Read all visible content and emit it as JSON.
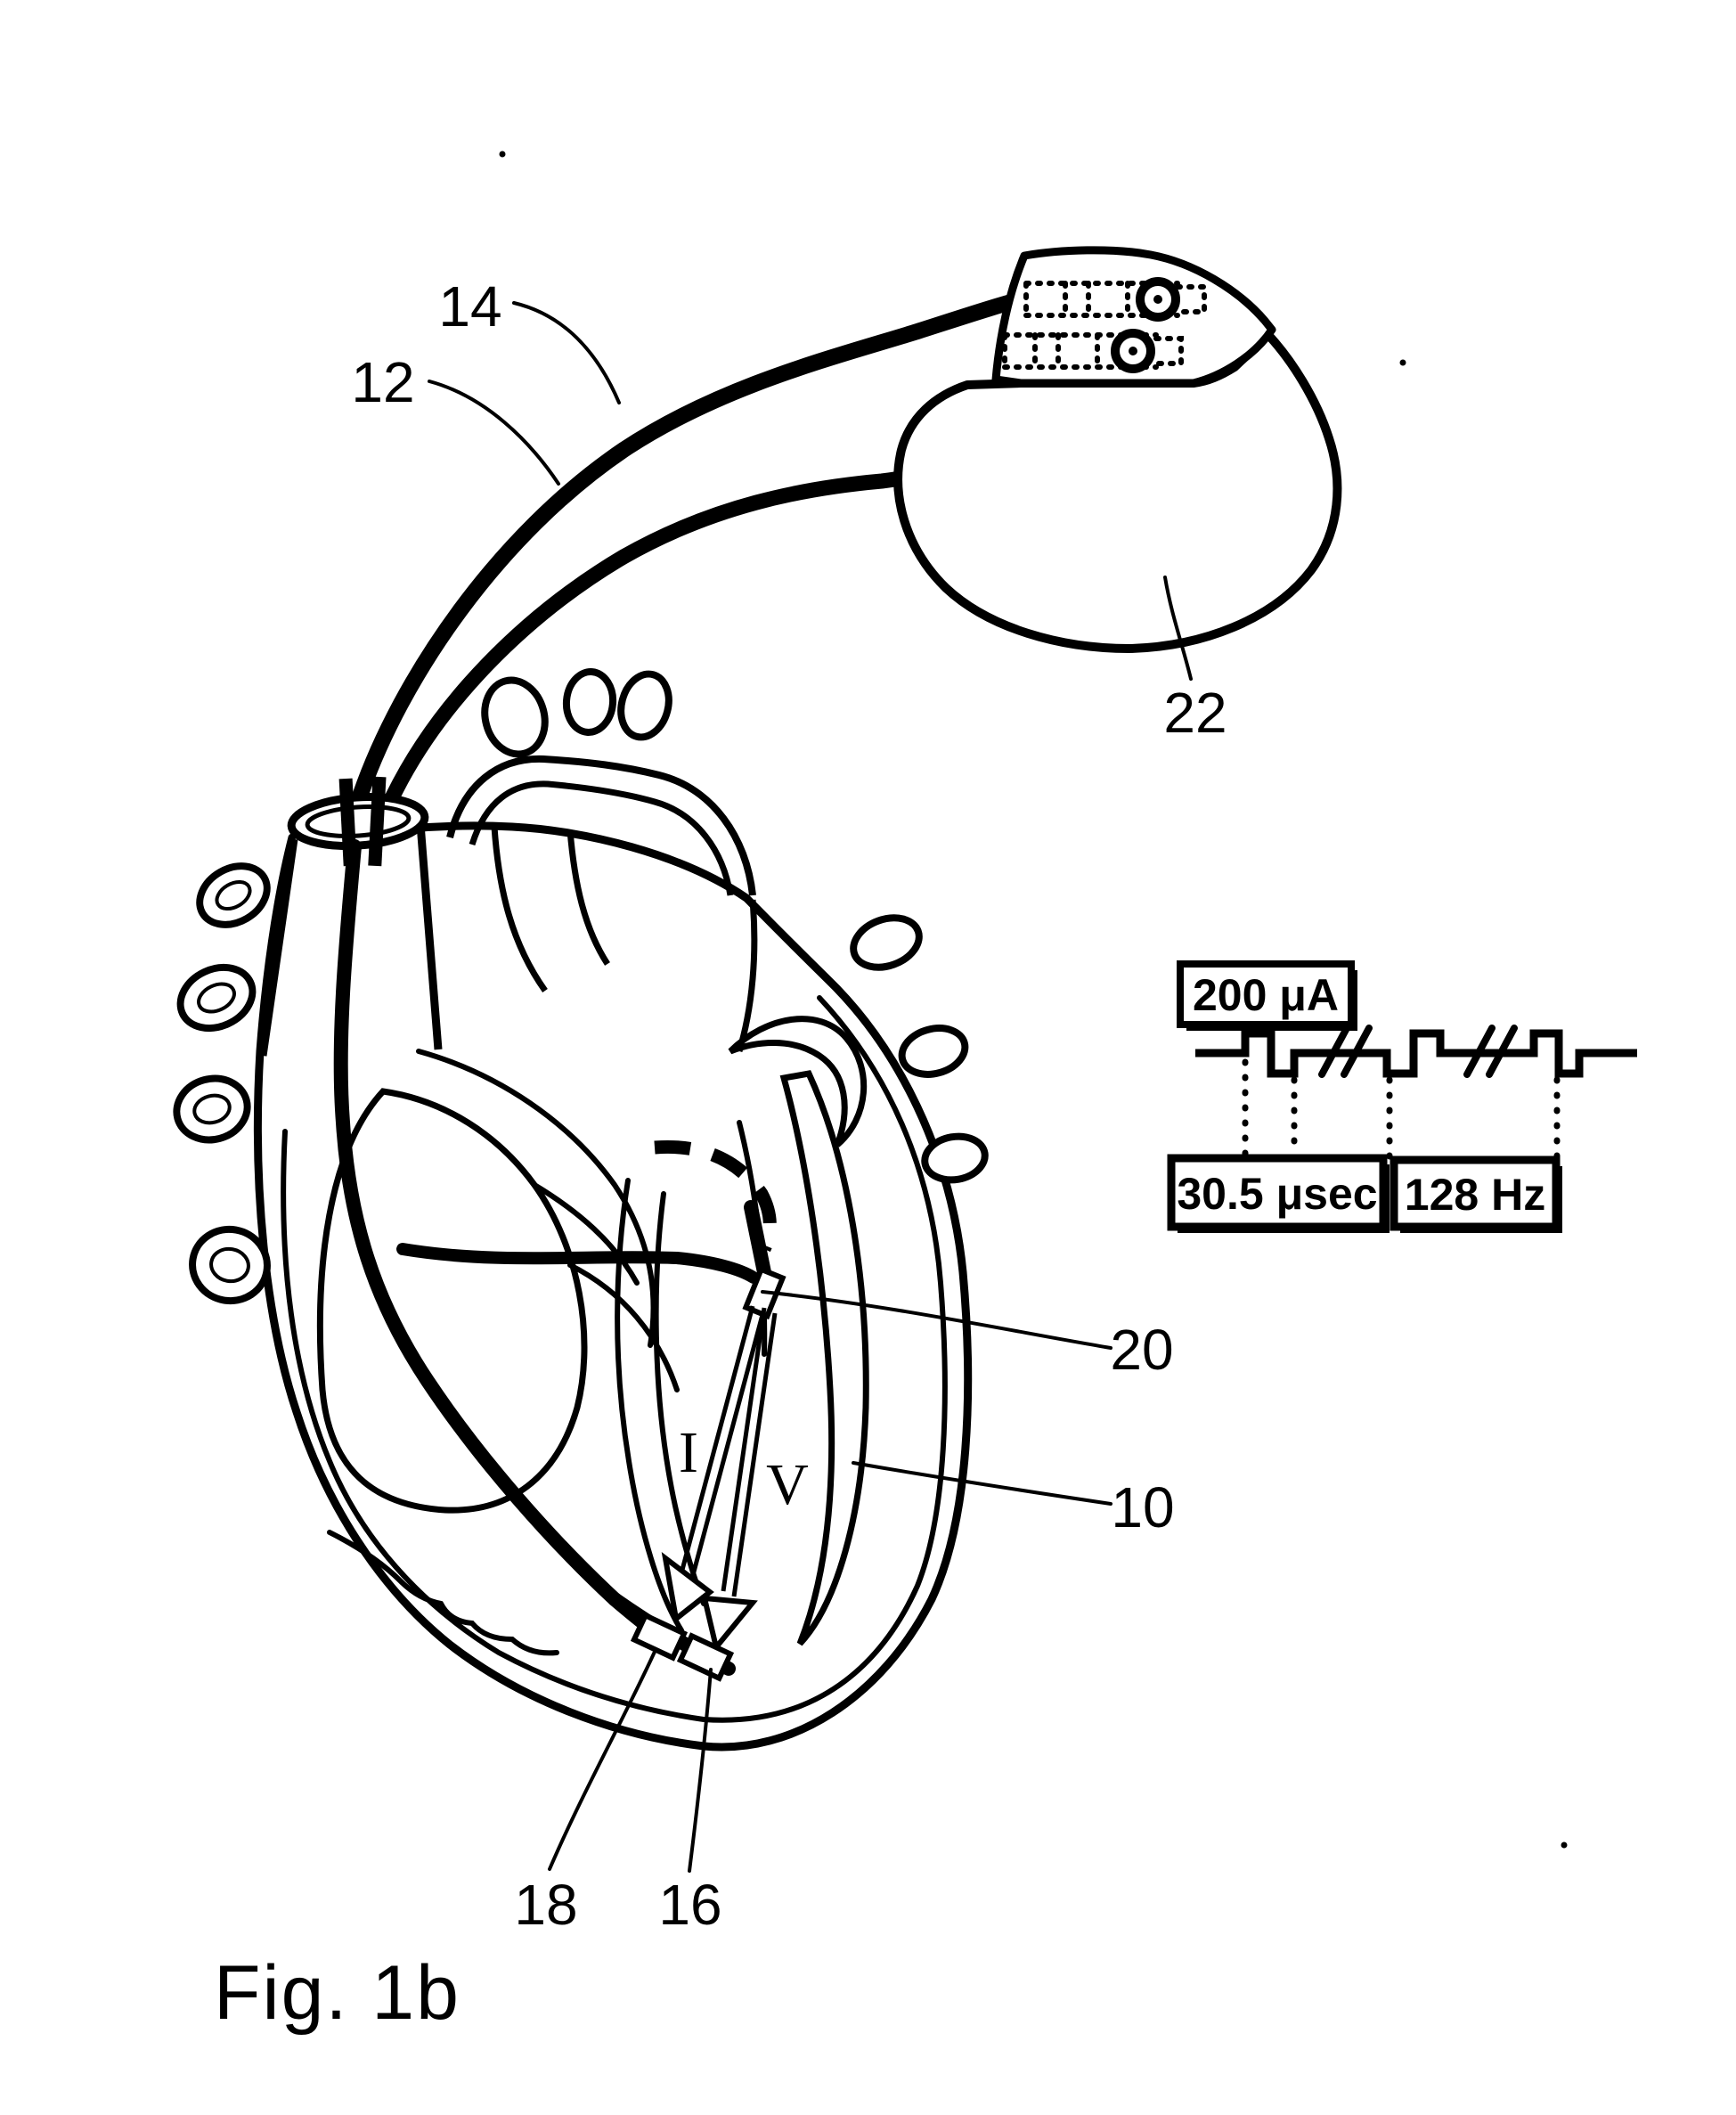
{
  "figure": {
    "caption": "Fig. 1b",
    "ink_color": "#000000",
    "background_color": "#ffffff"
  },
  "reference_numerals": {
    "lead_upper": "14",
    "lead_lower": "12",
    "device": "22",
    "proximal_electrode": "20",
    "heart": "10",
    "apex_electrode_ring": "18",
    "apex_electrode_tip": "16"
  },
  "chamber_letters": {
    "atrium": "I",
    "ventricle": "V"
  },
  "stimulation_waveform": {
    "amplitude": "200 μA",
    "pulse_width": "30.5 μsec",
    "frequency": "128 Hz"
  }
}
